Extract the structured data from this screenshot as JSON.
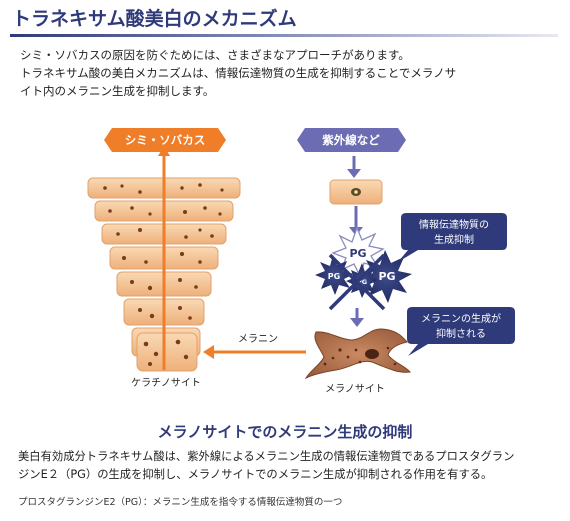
{
  "title": "トラネキサム酸美白のメカニズム",
  "intro": {
    "line1": "シミ・ソバカスの原因を防ぐためには、さまざまなアプローチがあります。",
    "line2": "トラネキサム酸の美白メカニズムは、情報伝達物質の生成を抑制することでメラノサ",
    "line3": "イト内のメラニン生成を抑制します。"
  },
  "diagram": {
    "spots_label": "シミ・ソバカス",
    "uv_label": "紫外線など",
    "callout_top_line1": "情報伝達物質の",
    "callout_top_line2": "生成抑制",
    "callout_bottom_line1": "メラニンの生成が",
    "callout_bottom_line2": "抑制される",
    "pg_label": "PG",
    "melanin_label": "メラニン",
    "keratinocyte_label": "ケラチノサイト",
    "melanocyte_label": "メラノサイト",
    "colors": {
      "orange": "#f07d28",
      "navy": "#2f3a7a",
      "purple": "#6c6cb4",
      "skin": "#f3c08e"
    }
  },
  "subtitle": "メラノサイトでのメラニン生成の抑制",
  "body": {
    "line1": "美白有効成分トラネキサム酸は、紫外線によるメラニン生成の情報伝達物質であるプロスタグラン",
    "line2": "ジンE２（PG）の生成を抑制し、メラノサイトでのメラニン生成が抑制される作用を有する。"
  },
  "footnote": "プロスタグランジンE2（PG）：メラニン生成を指令する情報伝達物質の一つ"
}
